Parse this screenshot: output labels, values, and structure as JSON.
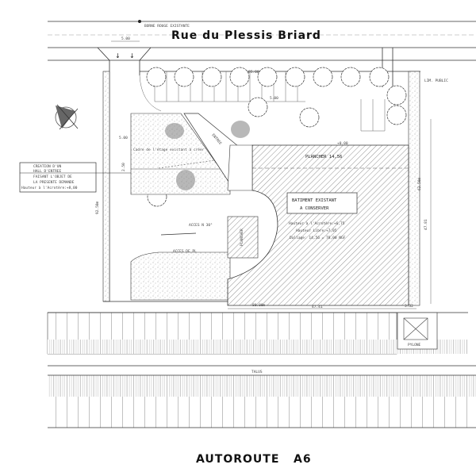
{
  "plan": {
    "street_title": "Rue du Plessis Briard",
    "highway_title": "AUTOROUTE   A6",
    "top_caption": "BORNE ROUGE EXISTANTE",
    "talus_label": "TALUS",
    "pylone_label": "PYLONE",
    "public_label": "LIM. PUBLIC",
    "entree_label": "ENTREE",
    "plancher_label": "PLANCHER",
    "note": {
      "lines": [
        "CREATION D'UN",
        "HALL D'ENTREE",
        "FAISANT L'OBJET DE",
        "LA PRESENTE DEMANDE",
        "Hauteur à l'Acrotère:+8,00"
      ]
    },
    "building": {
      "label_lines": [
        "BATIMENT EXISTANT",
        "A CONSERVER"
      ],
      "plancher_level": "PLANCHER 14,56",
      "specs": [
        "Hauteur à l'Acrotère:+6,75",
        "Hauteur Libre:+7,05",
        "Dallage: 14,56 = 78,00 NGF"
      ]
    },
    "access_labels": [
      "ACCES N 30°",
      "ACCES DE PL"
    ],
    "cadre_label": "Cadre de l'étage existant à créer",
    "dimensions": {
      "entry_width": "5.00",
      "top_frontage": "85.00m",
      "bottom_left": "80.00m",
      "bottom_mid": "47.41",
      "bottom_right": "3.32",
      "right_side": "62.50m",
      "right_side_2": "47.81",
      "left_side": "92.50m",
      "parking_a": "5.00",
      "parking_b": "5.00",
      "small_a": "2.50",
      "level_a": "+0.00"
    }
  }
}
